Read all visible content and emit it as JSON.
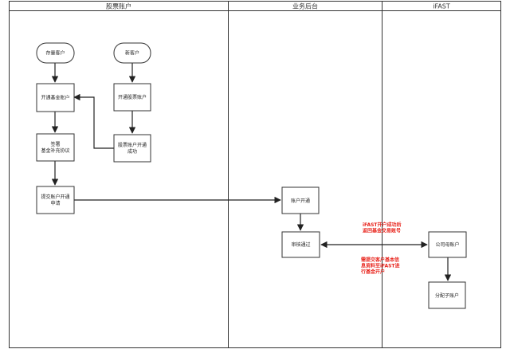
{
  "colors": {
    "line": "#222222",
    "border": "#333333",
    "lane_text": "#333333",
    "annotation": "#e8231b",
    "background": "#ffffff"
  },
  "lanes": [
    {
      "id": "stock",
      "title": "股票账户"
    },
    {
      "id": "backoffice",
      "title": "业务后台"
    },
    {
      "id": "ifast",
      "title": "iFAST"
    }
  ],
  "nodes": {
    "existing_customer": {
      "shape": "terminator",
      "lines": [
        "存量客户"
      ]
    },
    "new_customer": {
      "shape": "terminator",
      "lines": [
        "新客户"
      ]
    },
    "open_fund_account": {
      "shape": "process",
      "lines": [
        "开通基金账户"
      ]
    },
    "open_stock_account": {
      "shape": "process",
      "lines": [
        "开通股票账户"
      ]
    },
    "sign_agreement": {
      "shape": "process",
      "lines": [
        "签署",
        "基金补充协议"
      ]
    },
    "stock_account_success": {
      "shape": "process",
      "lines": [
        "股票账户开通",
        "成功"
      ]
    },
    "submit_application": {
      "shape": "process",
      "lines": [
        "提交账户开通",
        "申请"
      ]
    },
    "account_opening": {
      "shape": "process",
      "lines": [
        "账户开通"
      ]
    },
    "review_passed": {
      "shape": "process",
      "lines": [
        "审核通过"
      ]
    },
    "company_parent_account": {
      "shape": "process",
      "lines": [
        "公司母账户"
      ]
    },
    "assign_sub_account": {
      "shape": "process",
      "lines": [
        "分配子账户"
      ]
    }
  },
  "annotations": {
    "return_account": [
      "iFAST开户成功后",
      "返回基金交易账号"
    ],
    "submit_info": [
      "需提交客户基本信",
      "息资料至iFAST进",
      "行基金开户"
    ]
  }
}
